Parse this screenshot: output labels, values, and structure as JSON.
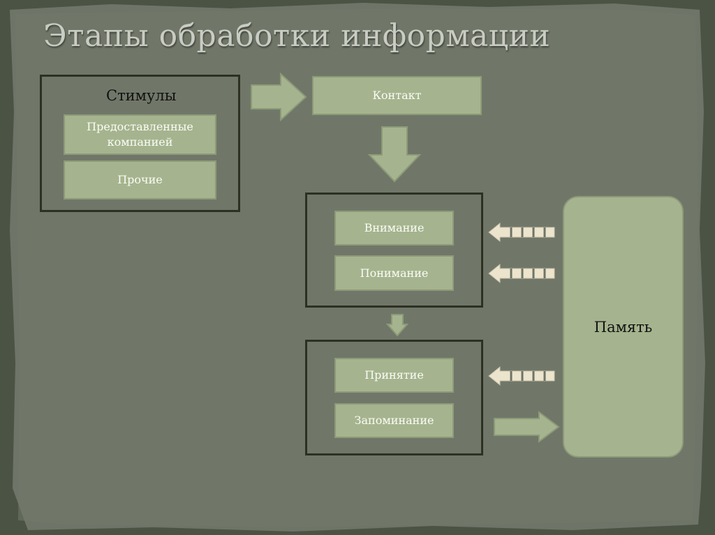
{
  "title": "Этапы обработки информации",
  "stimuli": {
    "heading": "Стимулы",
    "items": [
      "Предоставленные компанией",
      "Прочие"
    ]
  },
  "contact": "Контакт",
  "perception": {
    "items": [
      "Внимание",
      "Понимание"
    ]
  },
  "retention": {
    "items": [
      "Принятие",
      "Запоминание"
    ]
  },
  "memory": "Память",
  "colors": {
    "box_fill": "#a5b48e",
    "group_border": "#2c3124",
    "paper": "#6e7467",
    "dashed_arrow": "#ece4cd"
  }
}
